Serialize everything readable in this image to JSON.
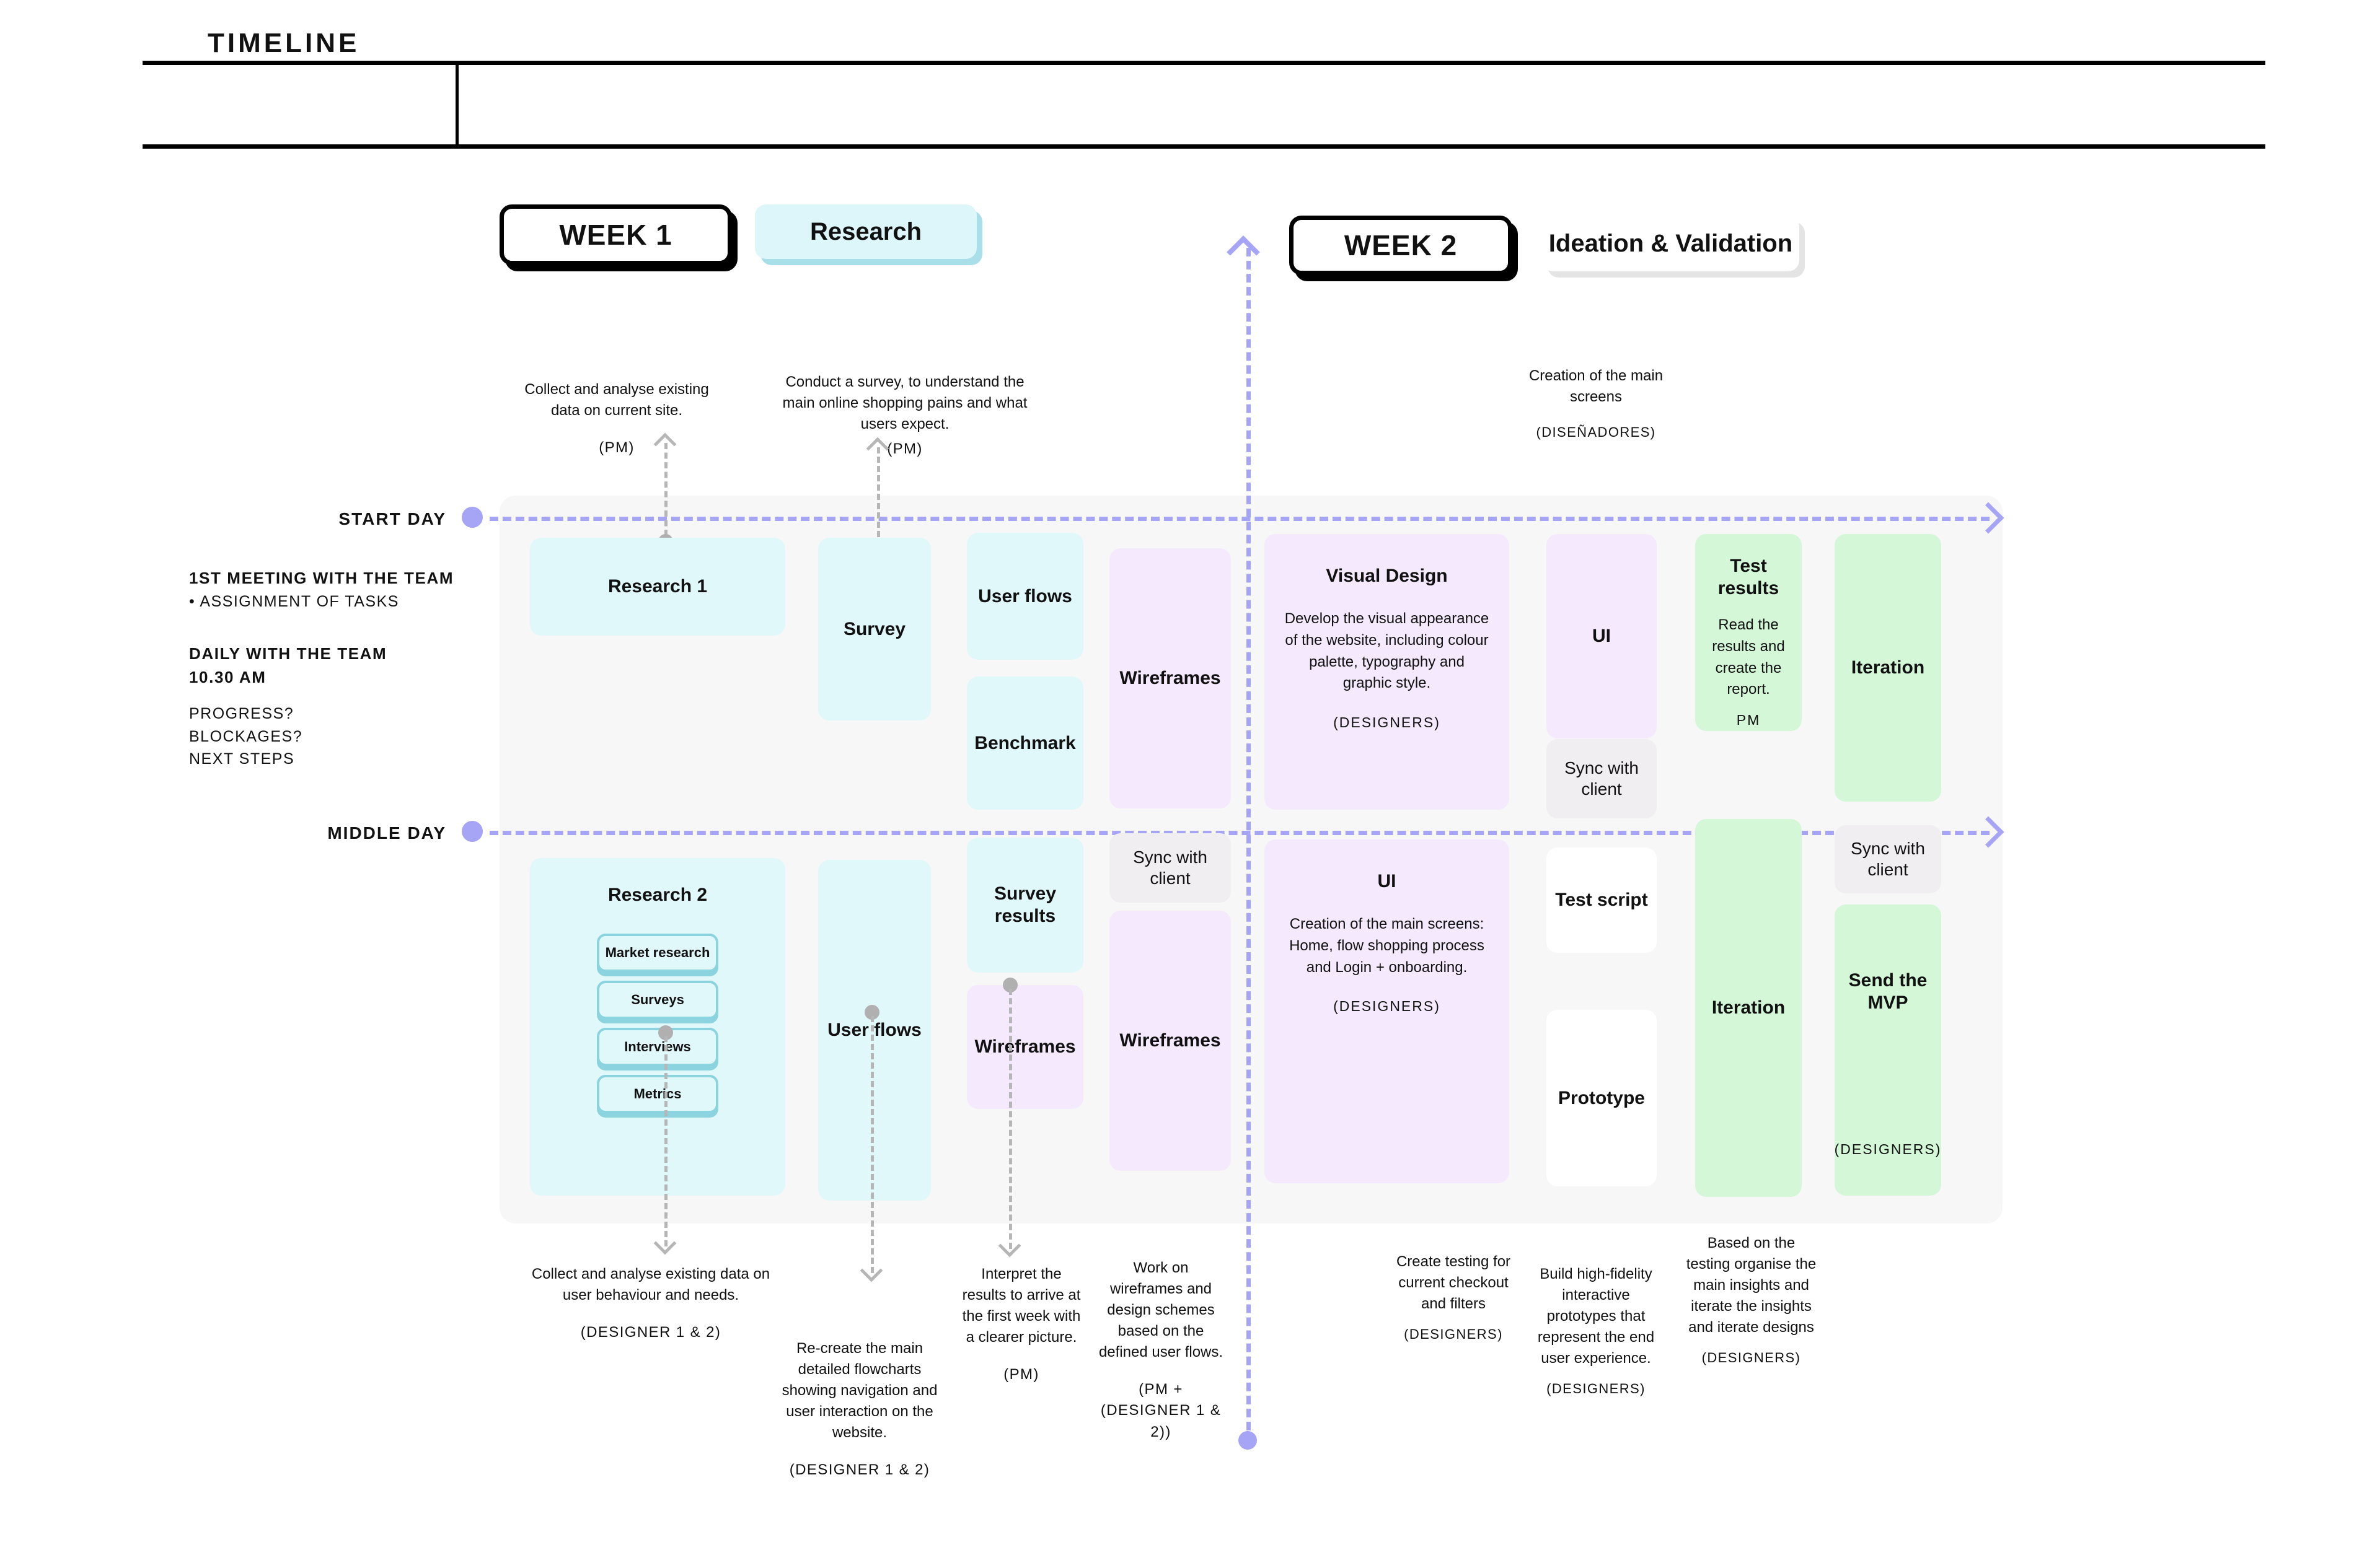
{
  "header": {
    "title": "TIMELINE"
  },
  "weeks": [
    {
      "label": "WEEK 1",
      "phase": "Research"
    },
    {
      "label": "WEEK 2",
      "phase": "Ideation & Validation"
    }
  ],
  "rails": [
    {
      "label": "START DAY"
    },
    {
      "label": "MIDDLE DAY"
    }
  ],
  "sidebar": {
    "meeting_title": "1ST MEETING WITH THE TEAM",
    "meeting_bullet": "• ASSIGNMENT OF TASKS",
    "daily_title": "DAILY WITH THE TEAM",
    "daily_time": "10.30 AM",
    "q1": "PROGRESS?",
    "q2": "BLOCKAGES?",
    "q3": "NEXT STEPS"
  },
  "top_annotations": [
    {
      "text": "Collect and analyse existing data on current site.",
      "role": "(PM)"
    },
    {
      "text": "Conduct a survey, to understand the main online shopping pains and what users expect.",
      "role": "(PM)"
    },
    {
      "text": "Creation of the main screens",
      "role": "(DISEÑADORES)"
    }
  ],
  "bottom_annotations": [
    {
      "text": "Collect and analyse existing data on user behaviour and needs.",
      "role": "(DESIGNER 1 & 2)"
    },
    {
      "text": "Re-create the main detailed flowcharts showing navigation and user interaction on the website.",
      "role": "(DESIGNER 1 & 2)"
    },
    {
      "text": "Interpret the results to arrive at the first week with a clearer picture.",
      "role": "(PM)"
    },
    {
      "text": "Work on wireframes and design schemes based on the defined user flows.",
      "role": "(PM + (DESIGNER 1 & 2))"
    },
    {
      "text": "Create testing for current checkout and filters",
      "role": "(DESIGNERS)"
    },
    {
      "text": "Build high-fidelity interactive prototypes that represent the end user experience.",
      "role": "(DESIGNERS)"
    },
    {
      "text": "Based on the testing organise the main insights and iterate the insights and iterate designs",
      "role": "(DESIGNERS)"
    }
  ],
  "cards": {
    "research1": {
      "title": "Research 1"
    },
    "survey": {
      "title": "Survey"
    },
    "user_flows_t": {
      "title": "User flows"
    },
    "benchmark": {
      "title": "Benchmark"
    },
    "wireframes_t": {
      "title": "Wireframes"
    },
    "visual_design": {
      "title": "Visual Design",
      "body": "Develop the visual appearance of the website, including colour palette, typography and graphic style.",
      "role": "(DESIGNERS)"
    },
    "ui_top": {
      "title": "UI"
    },
    "sync_top": {
      "title": "Sync with client"
    },
    "test_results": {
      "title": "Test results",
      "body": "Read the results and create the report.",
      "role": "PM"
    },
    "iteration_top": {
      "title": "Iteration"
    },
    "research2": {
      "title": "Research 2",
      "pills": [
        "Market research",
        "Surveys",
        "Interviews",
        "Metrics"
      ]
    },
    "user_flows_b": {
      "title": "User flows"
    },
    "survey_results": {
      "title": "Survey results"
    },
    "wireframes_b1": {
      "title": "Wireframes"
    },
    "sync_mid": {
      "title": "Sync with client"
    },
    "wireframes_b2": {
      "title": "Wireframes"
    },
    "ui_bottom": {
      "title": "UI",
      "body": "Creation of the main screens: Home, flow shopping process and Login + onboarding.",
      "role": "(DESIGNERS)"
    },
    "test_script": {
      "title": "Test script"
    },
    "prototype": {
      "title": "Prototype"
    },
    "iteration_bot": {
      "title": "Iteration"
    },
    "sync_right": {
      "title": "Sync with client"
    },
    "send_mvp": {
      "title": "Send the MVP",
      "role": "(DESIGNERS)"
    }
  },
  "colors": {
    "cyan": "#e1f8fb",
    "purple": "#f5e9fd",
    "green": "#d3f7d7",
    "gray": "#f0eef0",
    "rail": "#a5a4f5",
    "board": "#f7f7f7"
  }
}
